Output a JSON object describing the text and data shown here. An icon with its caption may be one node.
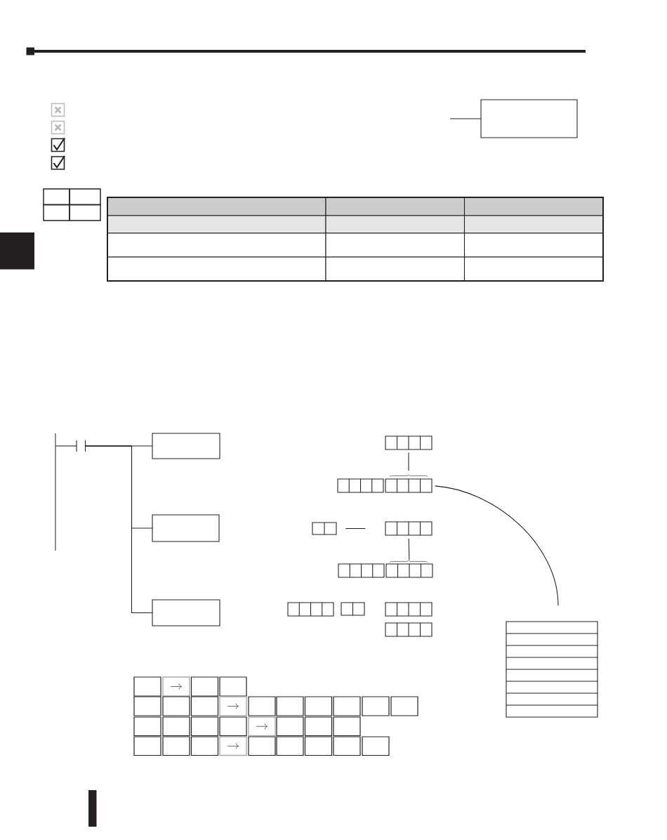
{
  "diagram": {
    "nodes": [
      {
        "text": [],
        "shape": "box"
      },
      {
        "text": [],
        "shape": "bar"
      },
      {
        "text": [],
        "shape": "contact"
      },
      {
        "text": [],
        "shape": "box"
      },
      {
        "text": [],
        "shape": "box"
      },
      {
        "text": [],
        "shape": "box"
      },
      {
        "text": [],
        "shape": "box"
      },
      {
        "text": [],
        "shape": "box"
      },
      {
        "text": [],
        "shape": "box"
      },
      {
        "text": [],
        "shape": "box"
      },
      {
        "text": [],
        "shape": "box"
      },
      {
        "text": [],
        "shape": "box"
      },
      {
        "text": [],
        "shape": "box"
      },
      {
        "text": [],
        "shape": "box"
      },
      {
        "text": [],
        "shape": "box"
      },
      {
        "text": [],
        "shape": "box"
      },
      {
        "text": [],
        "shape": "box"
      },
      {
        "text": [],
        "shape": "box"
      }
    ],
    "edges": [
      {
        "from": null,
        "to": 0,
        "arrow": "none"
      },
      {
        "from": 1,
        "to": 2,
        "arrow": "none"
      },
      {
        "from": 2,
        "to": 3,
        "arrow": "none"
      },
      {
        "from": 2,
        "to": 7,
        "arrow": "none"
      },
      {
        "from": 2,
        "to": 12,
        "arrow": "none"
      },
      {
        "from": 4,
        "to": 6,
        "arrow": "none"
      },
      {
        "from": 8,
        "to": 9,
        "arrow": "none"
      },
      {
        "from": 9,
        "to": 11,
        "arrow": "none"
      },
      {
        "from": 6,
        "to": 17,
        "arrow": "none"
      }
    ]
  }
}
